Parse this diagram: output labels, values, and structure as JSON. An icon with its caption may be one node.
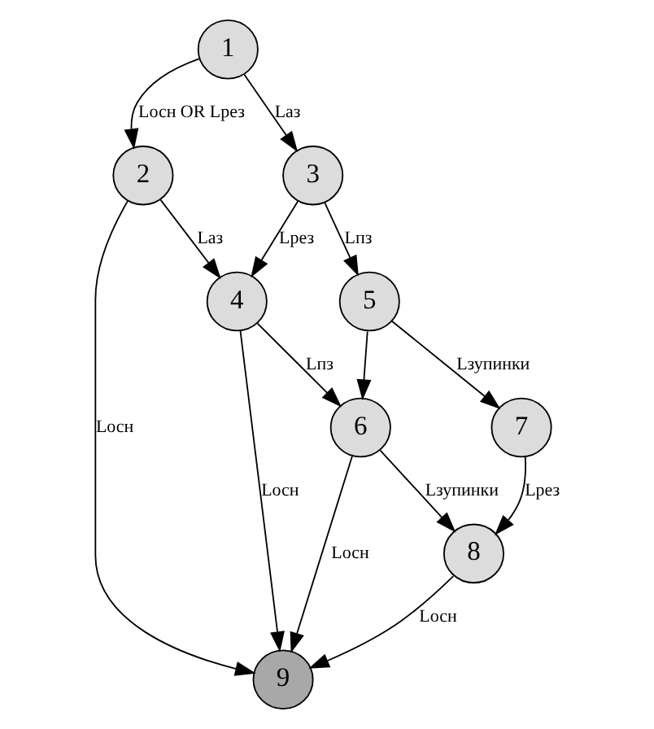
{
  "diagram": {
    "nodes": [
      {
        "text": [
          "1"
        ]
      },
      {
        "text": [
          "2"
        ]
      },
      {
        "text": [
          "3"
        ]
      },
      {
        "text": [
          "4"
        ]
      },
      {
        "text": [
          "5"
        ]
      },
      {
        "text": [
          "6"
        ]
      },
      {
        "text": [
          "7"
        ]
      },
      {
        "text": [
          "8"
        ]
      },
      {
        "text": [
          "9"
        ]
      }
    ],
    "edges": [
      {
        "from": 0,
        "to": 1,
        "arrow": "to",
        "label": "Lосн OR Lрез"
      },
      {
        "from": 0,
        "to": 2,
        "arrow": "to",
        "label": "Lаз"
      },
      {
        "from": 1,
        "to": 3,
        "arrow": "to",
        "label": "Lаз"
      },
      {
        "from": 1,
        "to": 8,
        "arrow": "to",
        "label": "Lосн"
      },
      {
        "from": 2,
        "to": 3,
        "arrow": "to",
        "label": "Lрез"
      },
      {
        "from": 2,
        "to": 4,
        "arrow": "to",
        "label": "Lпз"
      },
      {
        "from": 3,
        "to": 8,
        "arrow": "to",
        "label": "Lосн"
      },
      {
        "from": 3,
        "to": 5,
        "arrow": "to",
        "label": "Lпз"
      },
      {
        "from": 4,
        "to": 5,
        "arrow": "to"
      },
      {
        "from": 4,
        "to": 6,
        "arrow": "to",
        "label": "Lзупинки"
      },
      {
        "from": 5,
        "to": 8,
        "arrow": "to",
        "label": "Lосн"
      },
      {
        "from": 5,
        "to": 7,
        "arrow": "to",
        "label": "Lзупинки"
      },
      {
        "from": 7,
        "to": 8,
        "arrow": "to",
        "label": "Lосн"
      },
      {
        "from": 6,
        "to": 7,
        "arrow": "to",
        "label": "Lрез"
      }
    ]
  }
}
